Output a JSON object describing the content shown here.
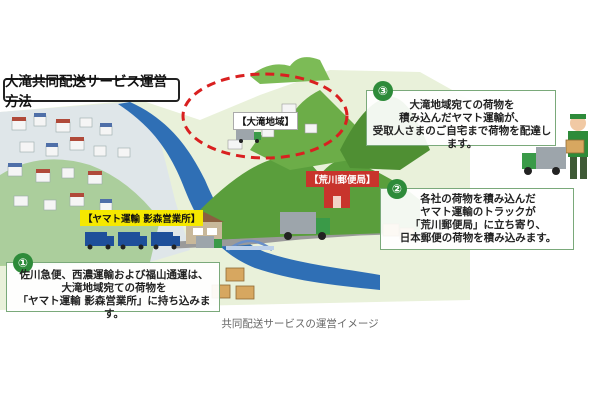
{
  "diagram": {
    "title": "大滝共同配送サービス運営方法",
    "labels": {
      "otaki_area": "【大滝地域】",
      "yamato_office": "【ヤマト運輸 影森営業所】",
      "arakawa_post": "【荒川郵便局】"
    },
    "steps": [
      {
        "number": "①",
        "lines": [
          "佐川急便、西濃運輸および福山通運は、",
          "大滝地域宛ての荷物を",
          "「ヤマト運輸 影森営業所」に持ち込みます。"
        ]
      },
      {
        "number": "②",
        "lines": [
          "各社の荷物を積み込んだ",
          "ヤマト運輸のトラックが",
          "「荒川郵便局」に立ち寄り、",
          "日本郵便の荷物を積み込みます。"
        ]
      },
      {
        "number": "③",
        "lines": [
          "大滝地域宛ての荷物を",
          "積み込んだヤマト運輸が、",
          "受取人さまのご自宅まで荷物を配達します。"
        ]
      }
    ],
    "caption": "共同配送サービスの運営イメージ",
    "colors": {
      "accent_green": "#2e8b3a",
      "river": "#2f6fb5",
      "route_dash": "#d92020",
      "yamato_label": "#f5e800"
    }
  }
}
